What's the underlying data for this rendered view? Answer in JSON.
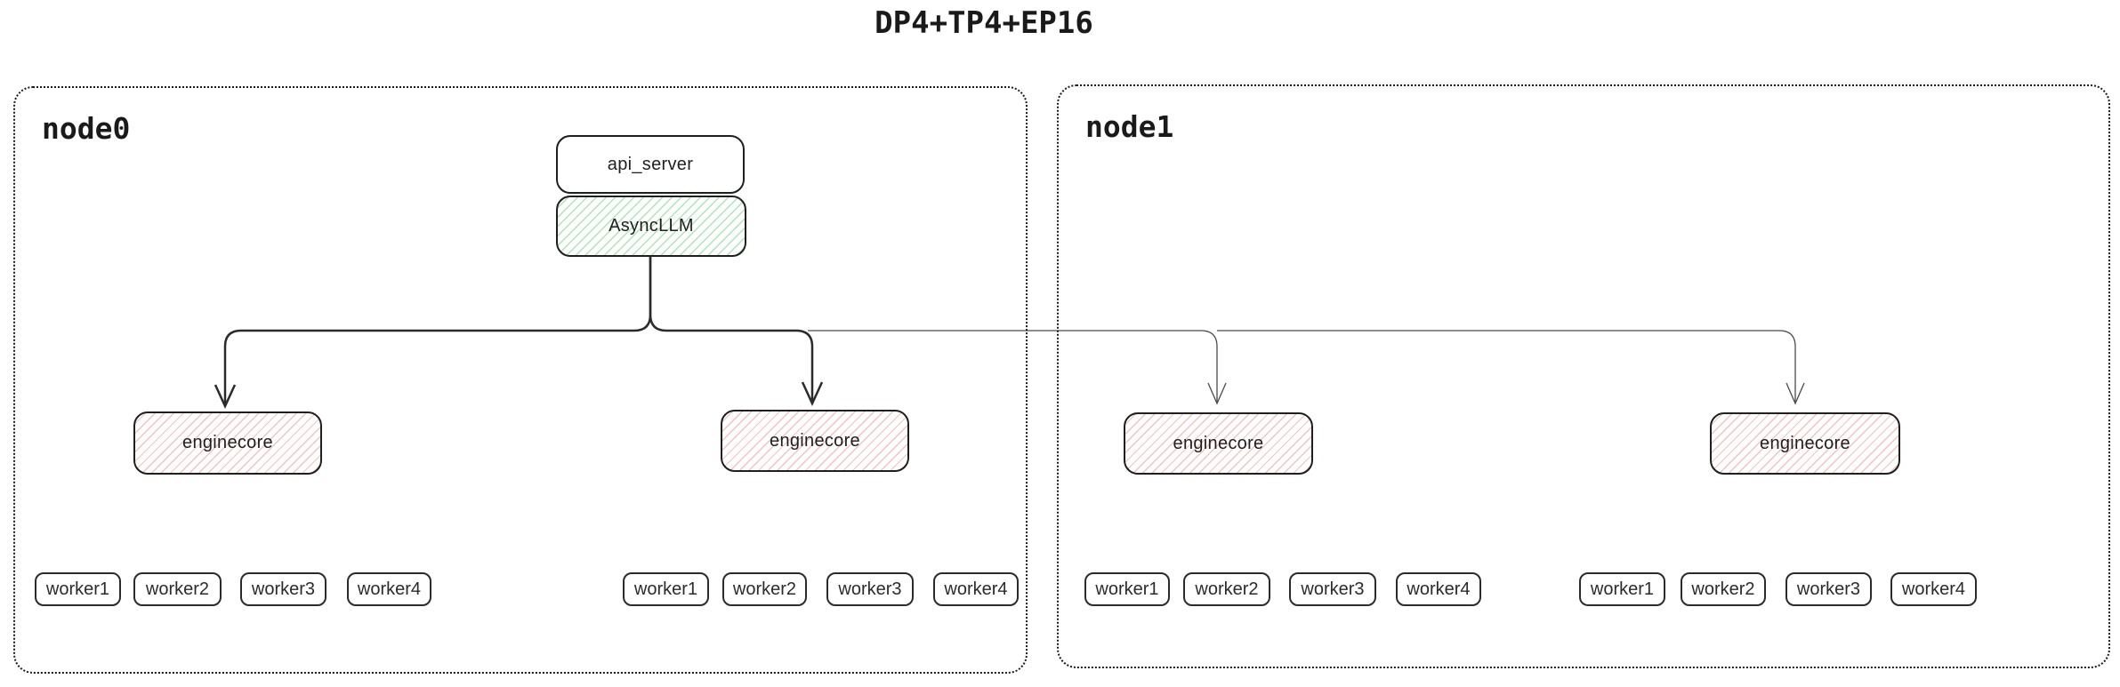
{
  "title": "DP4+TP4+EP16",
  "colors": {
    "background": "#ffffff",
    "line_thick": "#2b2b2b",
    "line_thin": "#4a4a4a",
    "box_border": "#1f1f1f",
    "node_border": "#1a1a1a",
    "green_hatch": "#abe6b3",
    "red_hatch": "#f4c3c0",
    "text": "#1a1a1a"
  },
  "nodes": [
    {
      "label": "node0",
      "api_server": "api_server",
      "async_llm": "AsyncLLM",
      "enginecores": [
        "enginecore",
        "enginecore"
      ],
      "worker_groups": [
        [
          "worker1",
          "worker2",
          "worker3",
          "worker4"
        ],
        [
          "worker1",
          "worker2",
          "worker3",
          "worker4"
        ]
      ]
    },
    {
      "label": "node1",
      "enginecores": [
        "enginecore",
        "enginecore"
      ],
      "worker_groups": [
        [
          "worker1",
          "worker2",
          "worker3",
          "worker4"
        ],
        [
          "worker1",
          "worker2",
          "worker3",
          "worker4"
        ]
      ]
    }
  ],
  "edges": [
    {
      "from": "AsyncLLM",
      "to": "node0 enginecore 1",
      "style": "solid thick arrow"
    },
    {
      "from": "AsyncLLM",
      "to": "node0 enginecore 2",
      "style": "solid thick arrow"
    },
    {
      "from": "AsyncLLM",
      "to": "node1 enginecore 1",
      "style": "solid thin arrow"
    },
    {
      "from": "AsyncLLM",
      "to": "node1 enginecore 2",
      "style": "solid thin arrow"
    }
  ]
}
